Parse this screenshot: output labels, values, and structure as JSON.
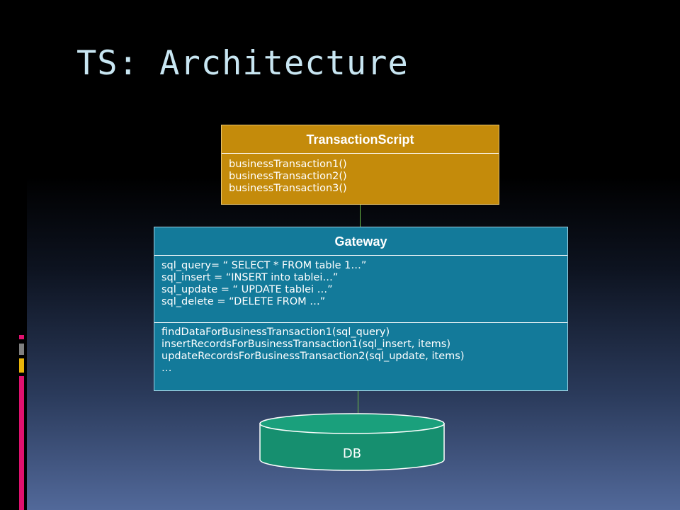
{
  "slide": {
    "title": "TS: Architecture",
    "colors": {
      "background": "#000000",
      "title": "#c8e6f2",
      "transaction_script_fill": "#c48b0b",
      "gateway_fill": "#137a9a",
      "db_fill": "#168f6f",
      "connector": "#6cbd45",
      "accent_pink": "#e0116f",
      "accent_gray": "#7f7f7f",
      "accent_gold": "#e8b40a"
    }
  },
  "diagram": {
    "transaction_script": {
      "name": "TransactionScript",
      "methods": [
        "businessTransaction1()",
        "businessTransaction2()",
        "businessTransaction3()"
      ]
    },
    "gateway": {
      "name": "Gateway",
      "attributes": [
        "sql_query= “ SELECT * FROM table 1…”",
        "sql_insert = “INSERT into tablei…”",
        "sql_update = “ UPDATE tablei …”",
        "sql_delete = “DELETE FROM …”"
      ],
      "methods": [
        "findDataForBusinessTransaction1(sql_query)",
        "insertRecordsForBusinessTransaction1(sql_insert,  items)",
        "updateRecordsForBusinessTransaction2(sql_update,  items)",
        "…"
      ]
    },
    "database": {
      "label": "DB"
    }
  }
}
